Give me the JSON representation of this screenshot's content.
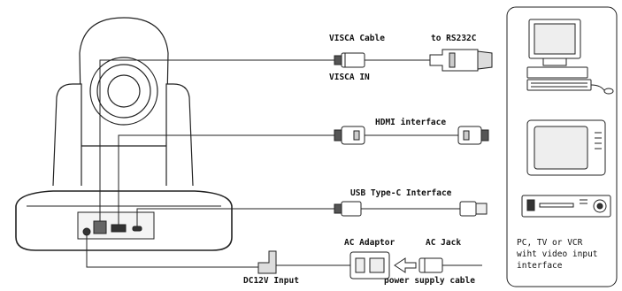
{
  "labels": {
    "visca_cable": "VISCA Cable",
    "to_rs232c": "to RS232C",
    "visca_in": "VISCA IN",
    "hdmi_interface": "HDMI interface",
    "usb_interface": "USB Type-C Interface",
    "ac_adaptor": "AC Adaptor",
    "ac_jack": "AC Jack",
    "dc12v_input": "DC12V Input",
    "power_supply_cable": "power supply cable"
  },
  "panel_text": [
    "PC, TV or VCR",
    "wiht video input",
    "interface"
  ]
}
